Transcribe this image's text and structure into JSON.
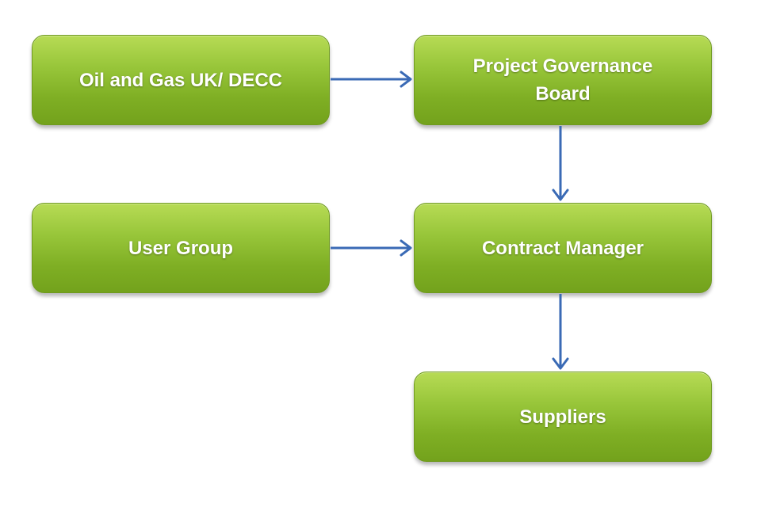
{
  "diagram": {
    "nodes": {
      "oil_gas": "Oil and Gas UK/ DECC",
      "governance": "Project Governance Board",
      "user_group": "User Group",
      "contract_manager": "Contract Manager",
      "suppliers": "Suppliers"
    },
    "edges": [
      {
        "from": "oil_gas",
        "to": "governance"
      },
      {
        "from": "governance",
        "to": "contract_manager"
      },
      {
        "from": "user_group",
        "to": "contract_manager"
      },
      {
        "from": "contract_manager",
        "to": "suppliers"
      }
    ],
    "colors": {
      "node_fill": "#8fbd32",
      "node_text": "#ffffff",
      "arrow": "#3a6ab5"
    }
  }
}
